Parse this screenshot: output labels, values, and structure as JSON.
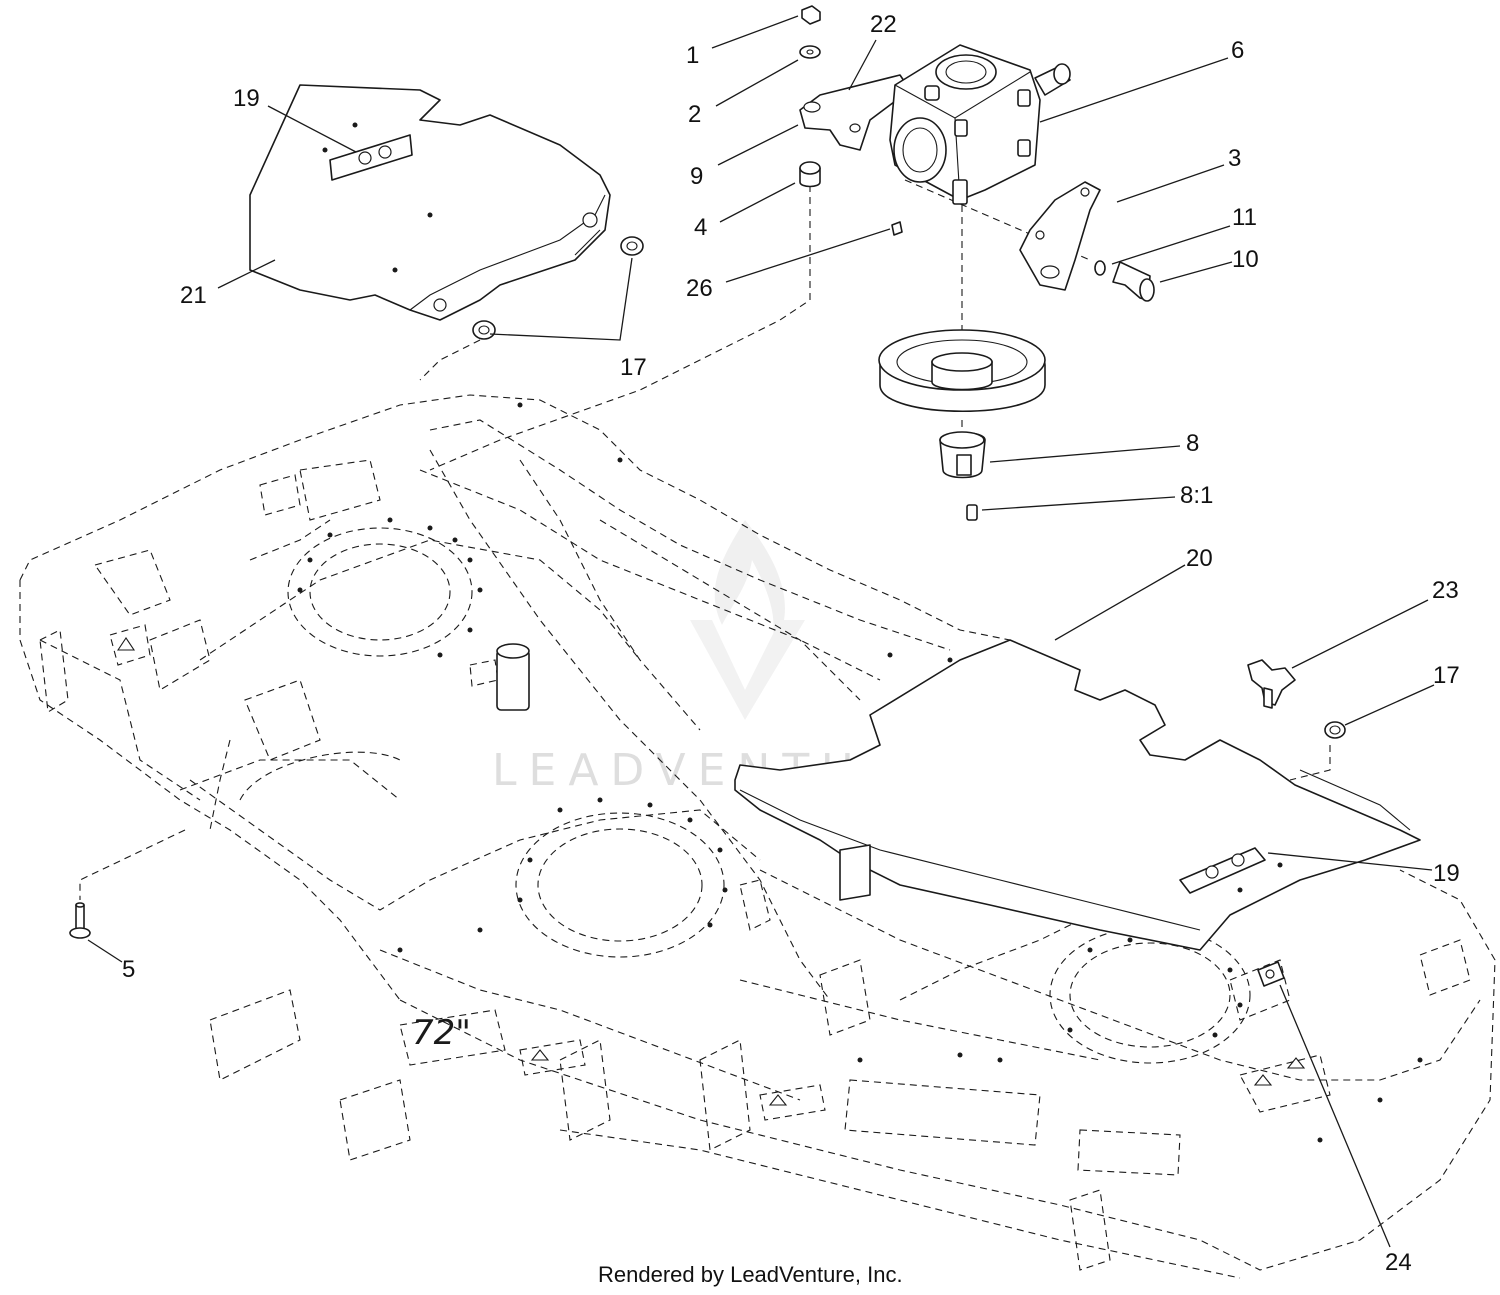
{
  "diagram": {
    "callouts": [
      {
        "id": "c1",
        "label": "1"
      },
      {
        "id": "c2",
        "label": "2"
      },
      {
        "id": "c3",
        "label": "3"
      },
      {
        "id": "c4",
        "label": "4"
      },
      {
        "id": "c5",
        "label": "5"
      },
      {
        "id": "c6",
        "label": "6"
      },
      {
        "id": "c8",
        "label": "8"
      },
      {
        "id": "c81",
        "label": "8:1"
      },
      {
        "id": "c9",
        "label": "9"
      },
      {
        "id": "c10",
        "label": "10"
      },
      {
        "id": "c11",
        "label": "11"
      },
      {
        "id": "c17a",
        "label": "17"
      },
      {
        "id": "c17b",
        "label": "17"
      },
      {
        "id": "c19a",
        "label": "19"
      },
      {
        "id": "c19b",
        "label": "19"
      },
      {
        "id": "c20",
        "label": "20"
      },
      {
        "id": "c21",
        "label": "21"
      },
      {
        "id": "c22",
        "label": "22"
      },
      {
        "id": "c23",
        "label": "23"
      },
      {
        "id": "c24",
        "label": "24"
      },
      {
        "id": "c26",
        "label": "26"
      }
    ],
    "deck_decal": "72\"",
    "watermark": "LEADVENTURE",
    "credit": "Rendered by LeadVenture, Inc."
  }
}
